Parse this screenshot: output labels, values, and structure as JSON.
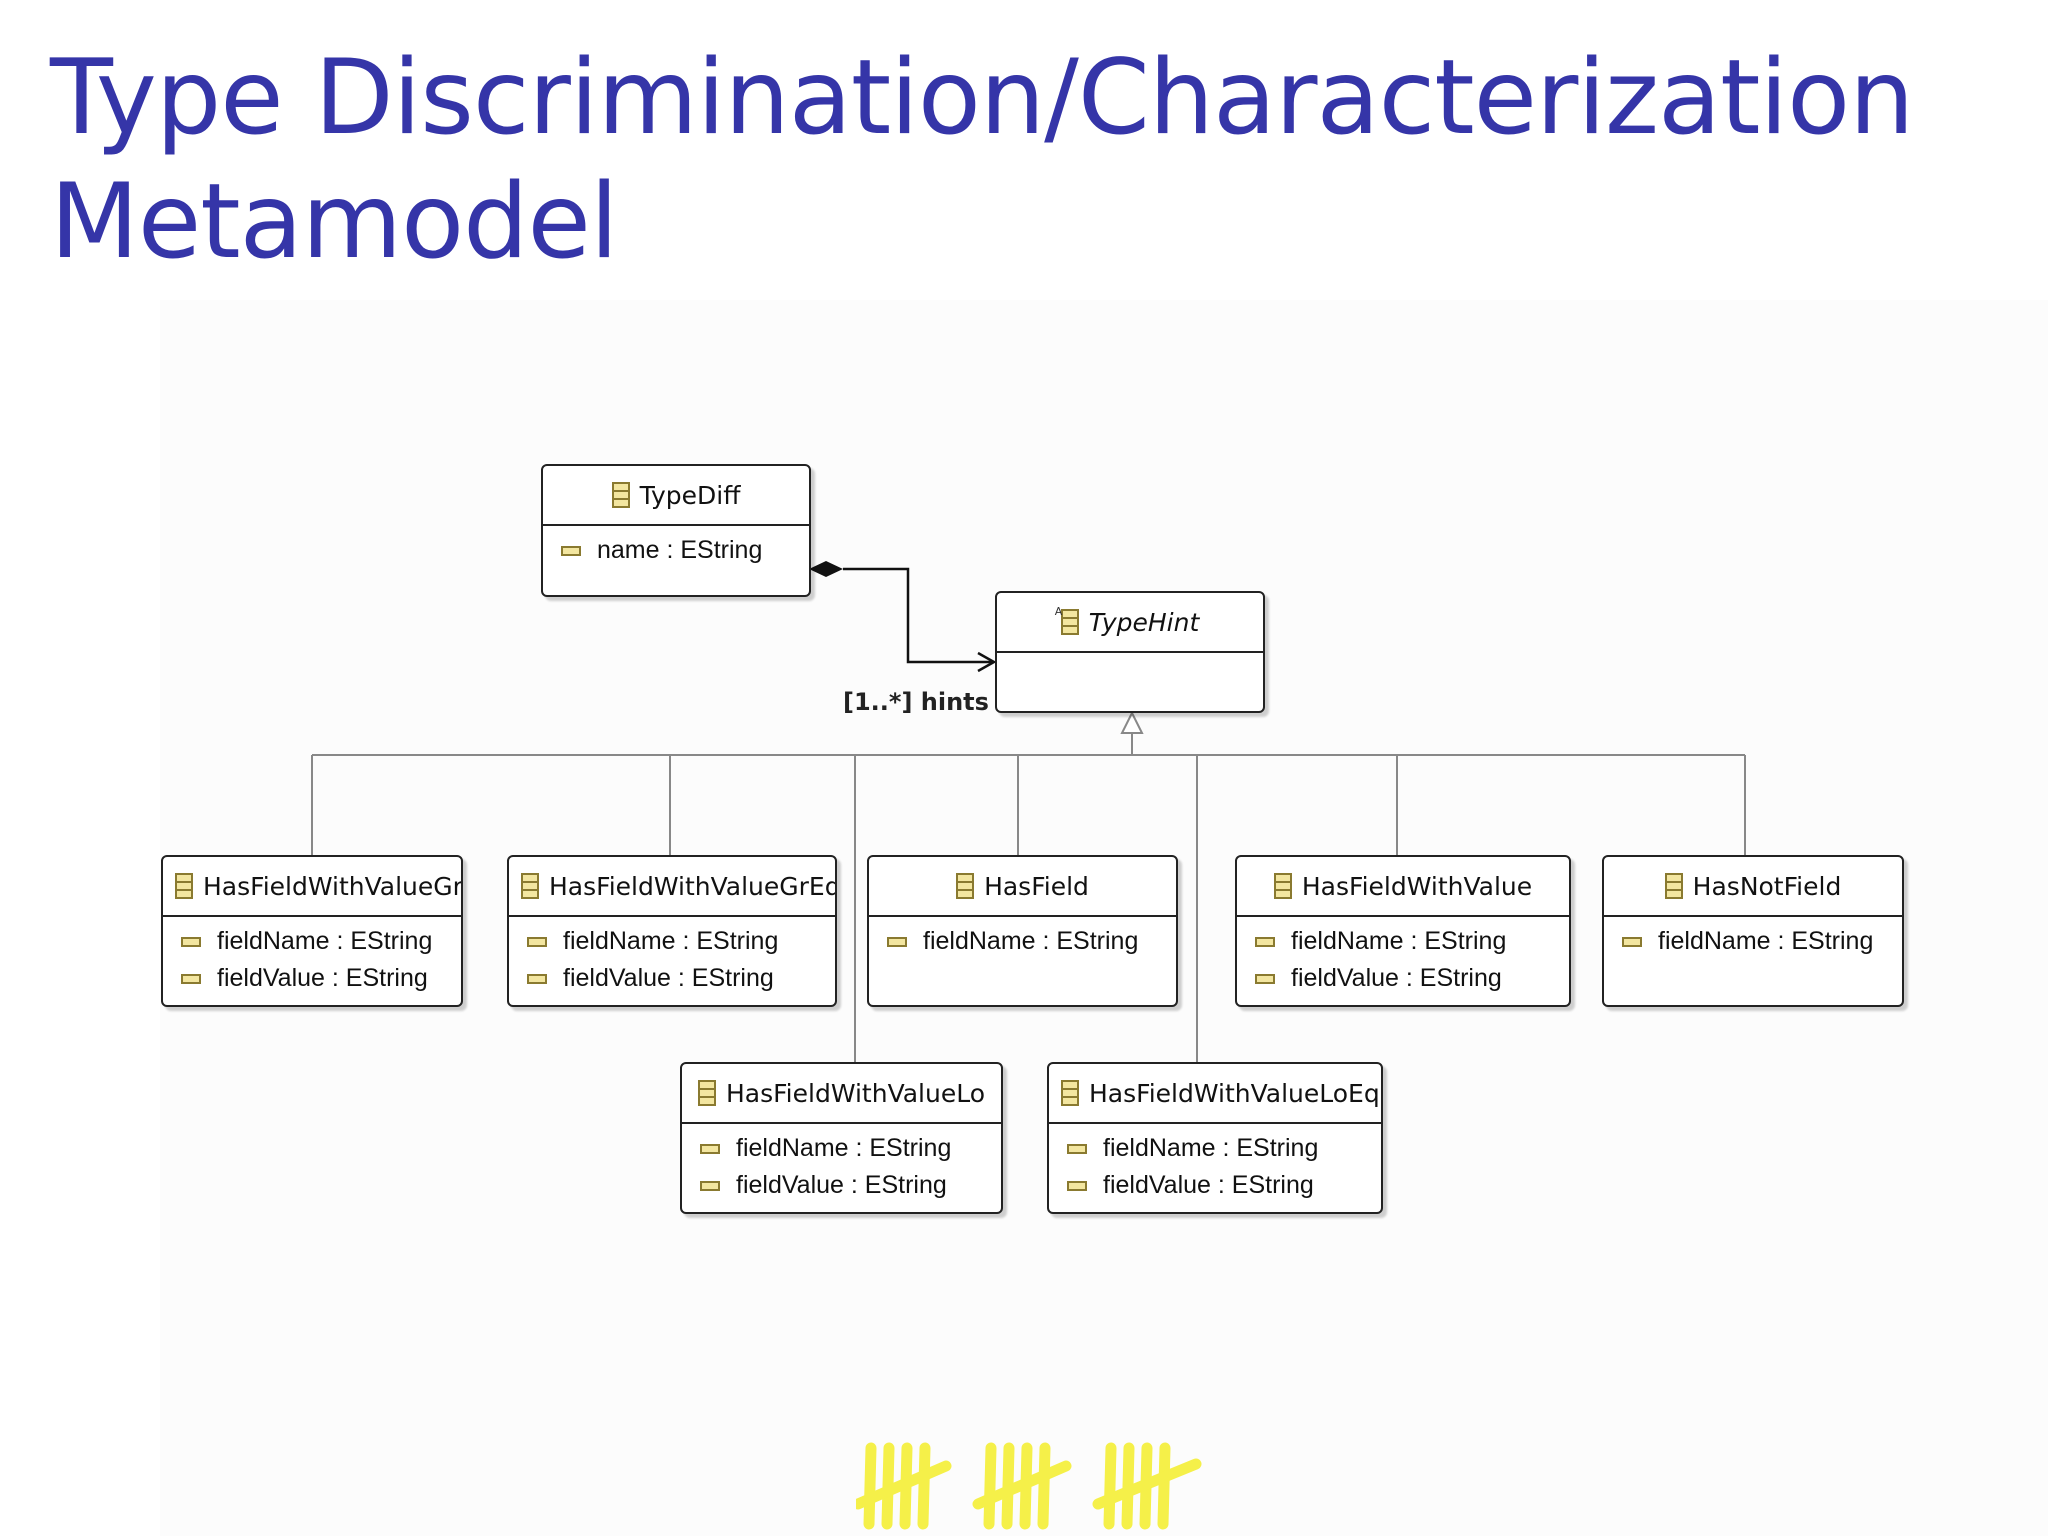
{
  "slide": {
    "title_line1": "Type Discrimination/Characterization",
    "title_line2": "Metamodel"
  },
  "diagram": {
    "classes": {
      "typediff": {
        "name": "TypeDiff",
        "attrs": [
          "name : EString"
        ]
      },
      "typehint": {
        "name": "TypeHint",
        "abstract": true,
        "attrs": []
      },
      "hasfieldwithvaluegr": {
        "name": "HasFieldWithValueGr",
        "attrs": [
          "fieldName : EString",
          "fieldValue : EString"
        ]
      },
      "hasfieldwithvaluegreq": {
        "name": "HasFieldWithValueGrEq",
        "attrs": [
          "fieldName : EString",
          "fieldValue : EString"
        ]
      },
      "hasfield": {
        "name": "HasField",
        "attrs": [
          "fieldName : EString"
        ]
      },
      "hasfieldwithvalue": {
        "name": "HasFieldWithValue",
        "attrs": [
          "fieldName : EString",
          "fieldValue : EString"
        ]
      },
      "hasnotfield": {
        "name": "HasNotField",
        "attrs": [
          "fieldName : EString"
        ]
      },
      "hasfieldwithvaluelo": {
        "name": "HasFieldWithValueLo",
        "attrs": [
          "fieldName : EString",
          "fieldValue : EString"
        ]
      },
      "hasfieldwithvalueloeq": {
        "name": "HasFieldWithValueLoEq",
        "attrs": [
          "fieldName : EString",
          "fieldValue : EString"
        ]
      }
    },
    "association": {
      "from": "TypeDiff",
      "to": "TypeHint",
      "kind": "containment",
      "role_label": "[1..*] hints"
    },
    "generalization": {
      "parent": "TypeHint",
      "children": [
        "HasFieldWithValueGr",
        "HasFieldWithValueGrEq",
        "HasFieldWithValueLo",
        "HasField",
        "HasFieldWithValueLoEq",
        "HasFieldWithValue",
        "HasNotField"
      ]
    }
  },
  "colors": {
    "title": "#3535a8",
    "tally_mark": "#f5ef3a",
    "class_icon_fill": "#f3e6a0",
    "class_icon_stroke": "#8a7a30"
  },
  "decoration": {
    "tally_icon": "tally-marks-icon"
  }
}
